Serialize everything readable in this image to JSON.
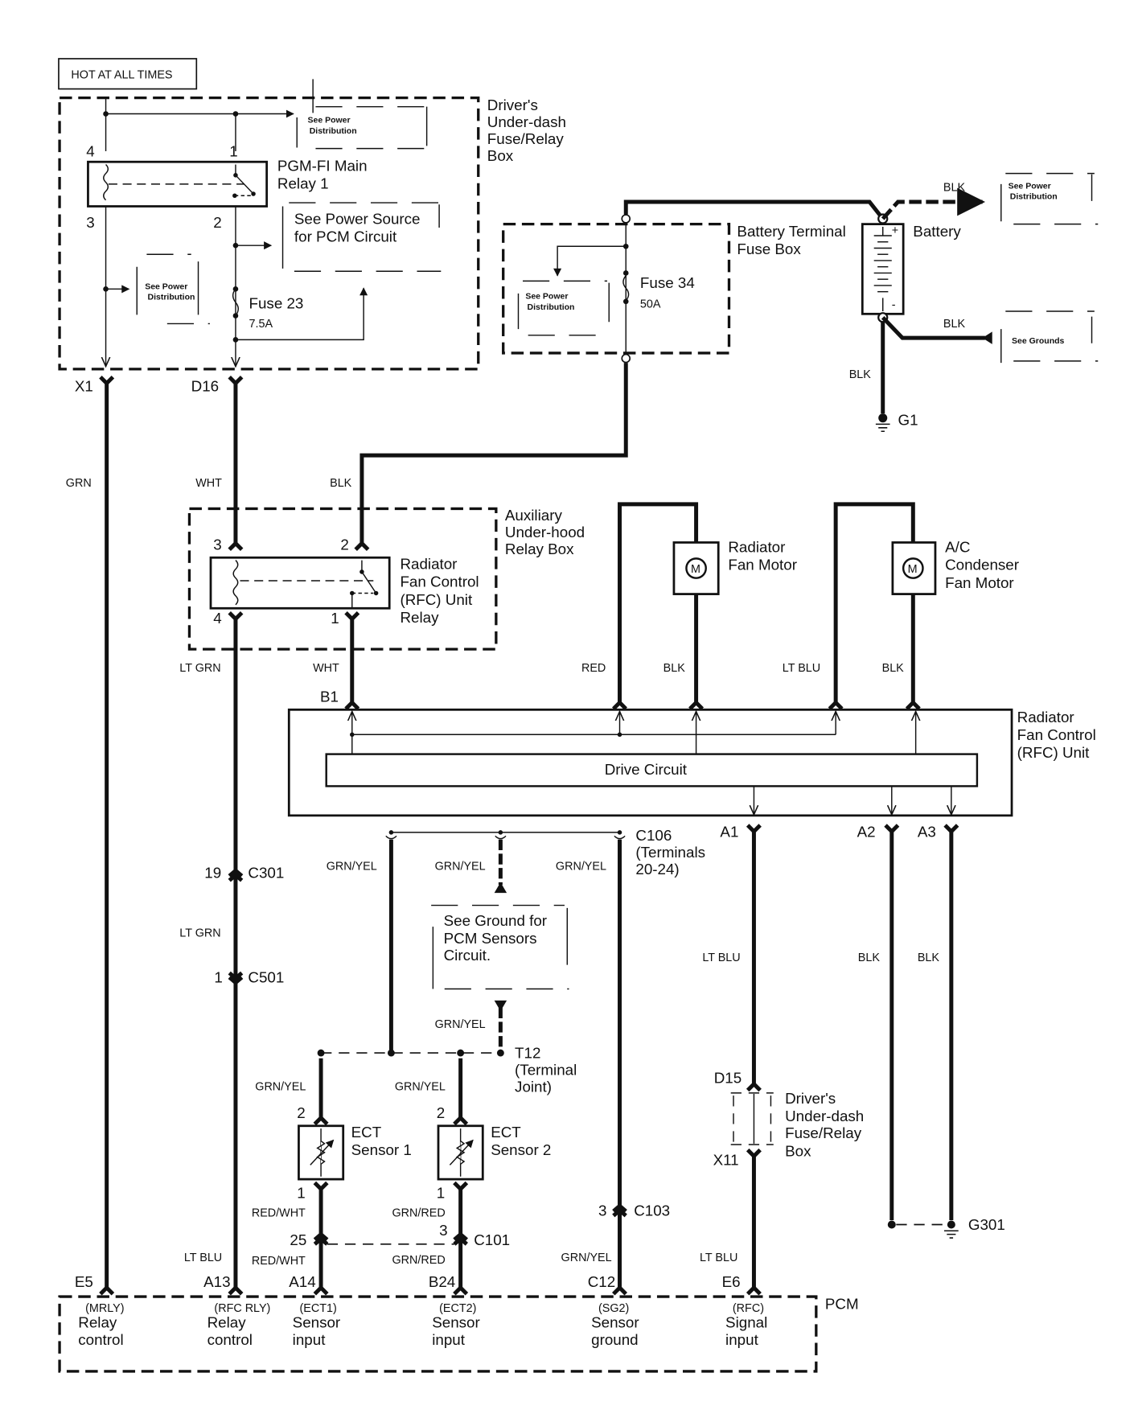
{
  "header": {
    "label": "HOT AT ALL TIMES"
  },
  "components": {
    "under_dash_box": {
      "lines": [
        "Driver's",
        "Under-dash",
        "Fuse/Relay",
        "Box"
      ]
    },
    "main_relay": {
      "lines": [
        "PGM-FI Main",
        "Relay 1"
      ],
      "pins": [
        "4",
        "1",
        "3",
        "2"
      ]
    },
    "see_power_dist_1": {
      "lines": [
        "See Power",
        "Distribution"
      ]
    },
    "see_power_source": {
      "lines": [
        "See Power Source",
        "for PCM Circuit"
      ]
    },
    "see_power_dist_2": {
      "lines": [
        "See Power",
        "Distribution"
      ]
    },
    "fuse23": {
      "name": "Fuse 23",
      "rating": "7.5A"
    },
    "battery_fuse_box": {
      "lines": [
        "Battery Terminal",
        "Fuse Box"
      ]
    },
    "fuse34": {
      "name": "Fuse 34",
      "rating": "50A"
    },
    "see_power_dist_3": {
      "lines": [
        "See Power",
        "Distribution"
      ]
    },
    "battery": {
      "name": "Battery",
      "plus": "+",
      "minus": "-"
    },
    "see_power_dist_4": {
      "lines": [
        "See Power",
        "Distribution"
      ]
    },
    "see_grounds": {
      "label": "See Grounds"
    },
    "g1": {
      "label": "G1"
    },
    "aux_relay_box": {
      "lines": [
        "Auxiliary",
        "Under-hood",
        "Relay Box"
      ]
    },
    "rfc_relay": {
      "lines": [
        "Radiator",
        "Fan Control",
        "(RFC) Unit",
        "Relay"
      ],
      "pins": [
        "3",
        "2",
        "4",
        "1"
      ]
    },
    "rad_fan_motor": {
      "lines": [
        "Radiator",
        "Fan Motor"
      ],
      "symbol": "M"
    },
    "ac_fan_motor": {
      "lines": [
        "A/C",
        "Condenser",
        "Fan Motor"
      ],
      "symbol": "M"
    },
    "rfc_unit": {
      "lines": [
        "Radiator",
        "Fan Control",
        "(RFC) Unit"
      ],
      "drive_circuit": "Drive Circuit"
    },
    "c106": {
      "lines": [
        "C106",
        "(Terminals",
        "20-24)"
      ]
    },
    "see_ground_pcm": {
      "lines": [
        "See Ground for",
        "PCM Sensors",
        "Circuit."
      ]
    },
    "t12": {
      "lines": [
        "T12",
        "(Terminal",
        "Joint)"
      ]
    },
    "ect1": {
      "lines": [
        "ECT",
        "Sensor 1"
      ],
      "pins": [
        "2",
        "1"
      ]
    },
    "ect2": {
      "lines": [
        "ECT",
        "Sensor 2"
      ],
      "pins": [
        "2",
        "1"
      ]
    },
    "under_dash_box_2": {
      "lines": [
        "Driver's",
        "Under-dash",
        "Fuse/Relay",
        "Box"
      ]
    },
    "g301": {
      "label": "G301"
    },
    "pcm": {
      "label": "PCM"
    }
  },
  "connectors": {
    "x1": "X1",
    "d16": "D16",
    "b1": "B1",
    "a1": "A1",
    "a2": "A2",
    "a3": "A3",
    "c301": {
      "pin": "19",
      "name": "C301"
    },
    "c501": {
      "pin": "1",
      "name": "C501"
    },
    "c101": {
      "pin_a": "25",
      "pin_b": "3",
      "name": "C101"
    },
    "c103": {
      "pin": "3",
      "name": "C103"
    },
    "d15": "D15",
    "x11": "X11"
  },
  "wire_colors": {
    "x1_wire": "GRN",
    "d16_wire": "WHT",
    "fuse_box_wire": "BLK",
    "batt_out_top": "BLK",
    "batt_out_bottom": "BLK",
    "batt_g1": "BLK",
    "rfc_pin4": "LT GRN",
    "rfc_pin1": "WHT",
    "rad_motor_red": "RED",
    "rad_motor_blk": "BLK",
    "ac_motor_ltblu": "LT BLU",
    "ac_motor_blk": "BLK",
    "c106_left": "GRN/YEL",
    "c106_mid": "GRN/YEL",
    "c106_right": "GRN/YEL",
    "t12_in": "GRN/YEL",
    "c301_c501": "LT GRN",
    "a1_wire": "LT BLU",
    "a2_wire": "BLK",
    "a3_wire": "BLK",
    "ect1_top": "GRN/YEL",
    "ect2_top": "GRN/YEL",
    "ect1_bottom": "RED/WHT",
    "ect2_bottom": "GRN/RED",
    "a13_wire": "LT BLU",
    "a14_wire": "RED/WHT",
    "b24_wire": "GRN/RED",
    "c12_wire": "GRN/YEL",
    "e6_wire": "LT BLU"
  },
  "pcm_terminals": [
    {
      "pin": "E5",
      "code": "(MRLY)",
      "lines": [
        "Relay",
        "control"
      ]
    },
    {
      "pin": "A13",
      "code": "(RFC RLY)",
      "lines": [
        "Relay",
        "control"
      ]
    },
    {
      "pin": "A14",
      "code": "(ECT1)",
      "lines": [
        "Sensor",
        "input"
      ]
    },
    {
      "pin": "B24",
      "code": "(ECT2)",
      "lines": [
        "Sensor",
        "input"
      ]
    },
    {
      "pin": "C12",
      "code": "(SG2)",
      "lines": [
        "Sensor",
        "ground"
      ]
    },
    {
      "pin": "E6",
      "code": "(RFC)",
      "lines": [
        "Signal",
        "input"
      ]
    }
  ]
}
